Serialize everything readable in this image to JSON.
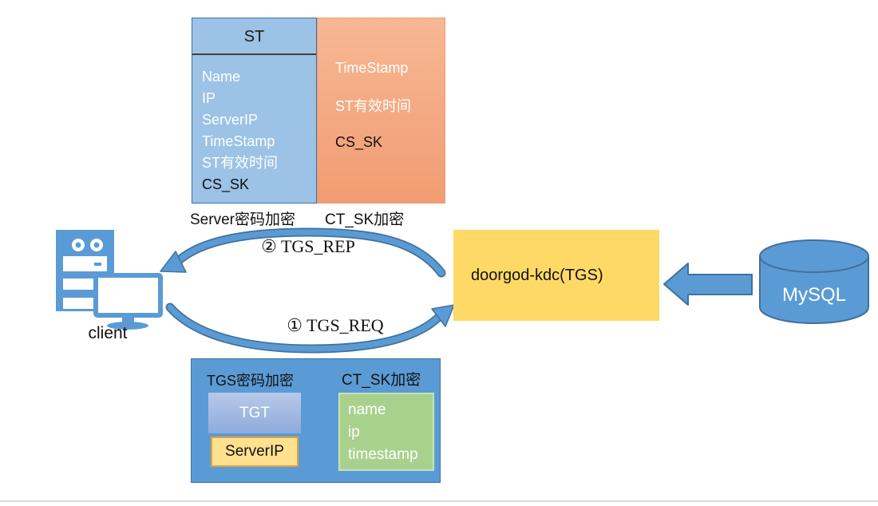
{
  "colors": {
    "accent_blue": "#5B9BD5",
    "accent_blue_dark": "#41719C",
    "light_blue": "#9CC2E5",
    "orange": "#F5A886",
    "yellow": "#FFD966",
    "green": "#A9D18E"
  },
  "st_ticket": {
    "title": "ST",
    "fields": [
      "Name",
      "IP",
      "ServerIP",
      "TimeStamp",
      "ST有效时间",
      "CS_SK"
    ],
    "caption": "Server密码加密"
  },
  "session_block": {
    "fields": [
      "TimeStamp",
      "ST有效时间",
      "CS_SK"
    ],
    "caption": "CT_SK加密"
  },
  "client": {
    "label": "client"
  },
  "flows": {
    "reply": "② TGS_REP",
    "request": "① TGS_REQ"
  },
  "kdc": {
    "label": "doorgod-kdc(TGS)"
  },
  "database": {
    "label": "MySQL"
  },
  "request_packet": {
    "tgt_caption": "TGS密码加密",
    "authenticator_caption": "CT_SK加密",
    "tgt_label": "TGT",
    "server_ip_label": "ServerIP",
    "authenticator_fields": [
      "name",
      "ip",
      "timestamp"
    ]
  }
}
